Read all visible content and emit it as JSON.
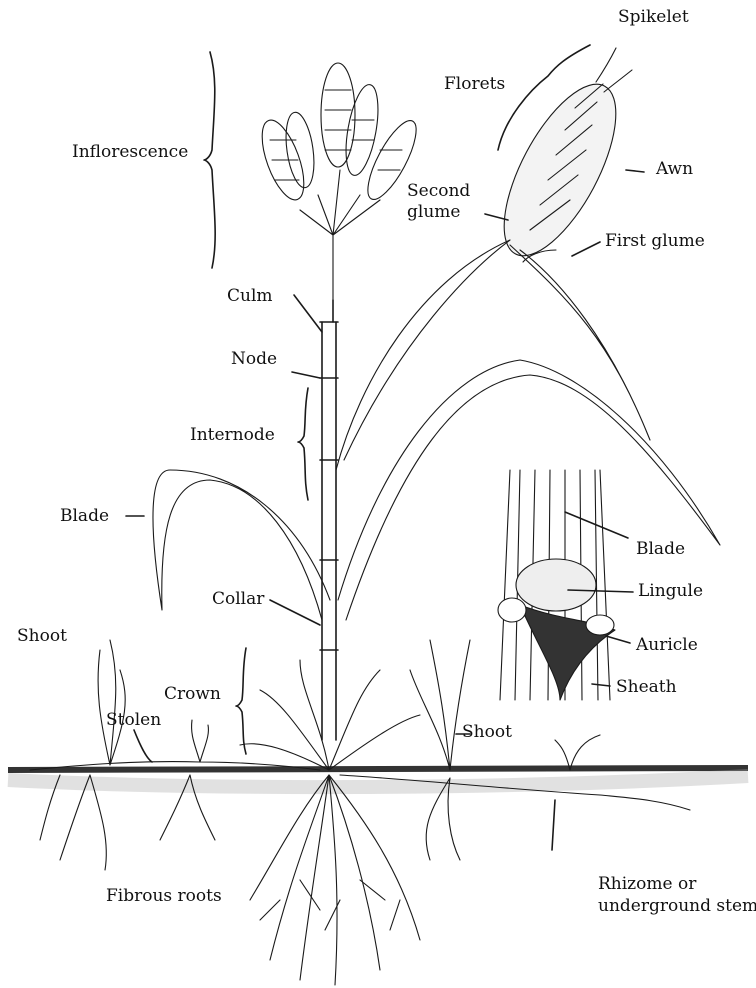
{
  "labels": {
    "spikelet": "Spikelet",
    "florets": "Florets",
    "inflorescence": "Inflorescence",
    "awn": "Awn",
    "second_glume_1": "Second",
    "second_glume_2": "glume",
    "first_glume": "First glume",
    "culm": "Culm",
    "node": "Node",
    "internode": "Internode",
    "blade_left": "Blade",
    "blade_inset": "Blade",
    "lingule": "Lingule",
    "auricle": "Auricle",
    "sheath": "Sheath",
    "collar": "Collar",
    "shoot_left": "Shoot",
    "shoot_right": "Shoot",
    "crown": "Crown",
    "stolen": "Stolen",
    "fibrous_roots": "Fibrous roots",
    "rhizome_1": "Rhizome or",
    "rhizome_2": "underground stem"
  }
}
